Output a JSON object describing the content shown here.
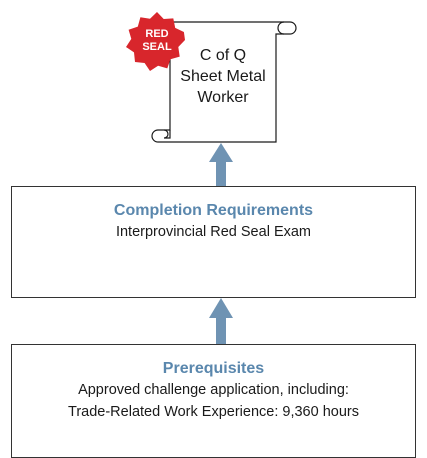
{
  "certificate": {
    "seal_line1": "RED",
    "seal_line2": "SEAL",
    "line1": "C of Q",
    "line2": "Sheet Metal",
    "line3": "Worker"
  },
  "completion": {
    "title": "Completion Requirements",
    "line1": "Interprovincial Red Seal Exam"
  },
  "prerequisites": {
    "title": "Prerequisites",
    "line1": "Approved challenge application, including:",
    "line2": "Trade-Related Work Experience: 9,360 hours"
  },
  "colors": {
    "arrow": "#6f93b3",
    "title": "#5a87ad",
    "seal": "#d8262c"
  }
}
